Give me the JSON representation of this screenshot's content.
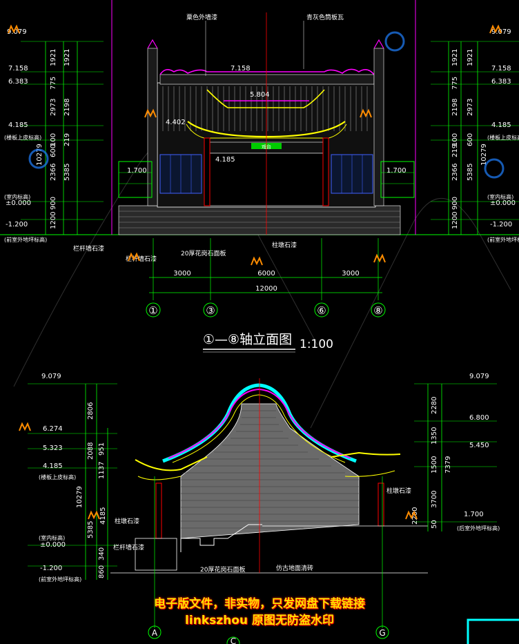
{
  "elevation": {
    "title": "①—⑧轴立面图",
    "scale": "1:100",
    "callouts": {
      "wall": "粟色外墙漆",
      "roof": "青灰色筒板瓦",
      "rail_base": "栏杆墙石漆",
      "rail_stone": "栏杆墙石漆",
      "granite": "20厚花岗石面板",
      "pillar": "柱墩石漆"
    },
    "left_levels": [
      "9.079",
      "7.158",
      "6.383",
      "4.185",
      "(楼板上皮标高)",
      "(室内标高)",
      "±0.000",
      "-1.200",
      "(前室外地坪标高)"
    ],
    "left_dims": [
      "1921",
      "775",
      "2973",
      "2198",
      "100",
      "219",
      "600",
      "2366",
      "5385",
      "10279",
      "900",
      "1200"
    ],
    "right_levels": [
      "9.079",
      "7.158",
      "6.383",
      "4.185",
      "(楼板上皮标高)",
      "(室内标高)",
      "±0.000",
      "-1.200",
      "(前室外地坪标高)"
    ],
    "right_dims": [
      "1921",
      "775",
      "2973",
      "2198",
      "100",
      "219",
      "600",
      "2366",
      "5385",
      "10279",
      "900",
      "1200"
    ],
    "center_levels": [
      "7.158",
      "5.804",
      "4.402",
      "4.185",
      "1.700",
      "1.700"
    ],
    "center_sign": "戏台",
    "axis_dims": [
      "3000",
      "6000",
      "3000",
      "12000"
    ],
    "axes": [
      "①",
      "③",
      "⑥",
      "⑧"
    ]
  },
  "section": {
    "left_levels": [
      "9.079",
      "6.274",
      "5.323",
      "4.185",
      "(楼板上皮标高)",
      "(室内标高)",
      "±0.000",
      "-1.200",
      "(前室外地坪标高)"
    ],
    "left_dims": [
      "2806",
      "2088",
      "951",
      "1137",
      "4185",
      "10279",
      "5385",
      "340",
      "860"
    ],
    "right_levels": [
      "9.079",
      "6.800",
      "5.450",
      "1.700",
      "(后室外地坪标高)"
    ],
    "right_dims": [
      "2280",
      "1350",
      "1500",
      "7379",
      "3700",
      "2200",
      "50"
    ],
    "callouts": {
      "pillar": "柱墩石漆",
      "pillar_top": "柱墩石漆",
      "rail": "栏杆墙石漆",
      "granite": "20厚花岗石面板",
      "antique": "仿古地面清砖"
    },
    "axes": [
      "A",
      "G",
      "C"
    ]
  },
  "watermark": {
    "line1": "电子版文件，非实物，只发网盘下载链接",
    "line2": "linkszhou  原图无防盗水印"
  },
  "colors": {
    "line": "#00ff00",
    "roof": "#ffff00",
    "accent": "#ff00ff",
    "text": "#ffffff",
    "wall": "#808080",
    "red": "#ff0000",
    "cyan": "#00ffff",
    "watermark": "#ff8c00"
  }
}
